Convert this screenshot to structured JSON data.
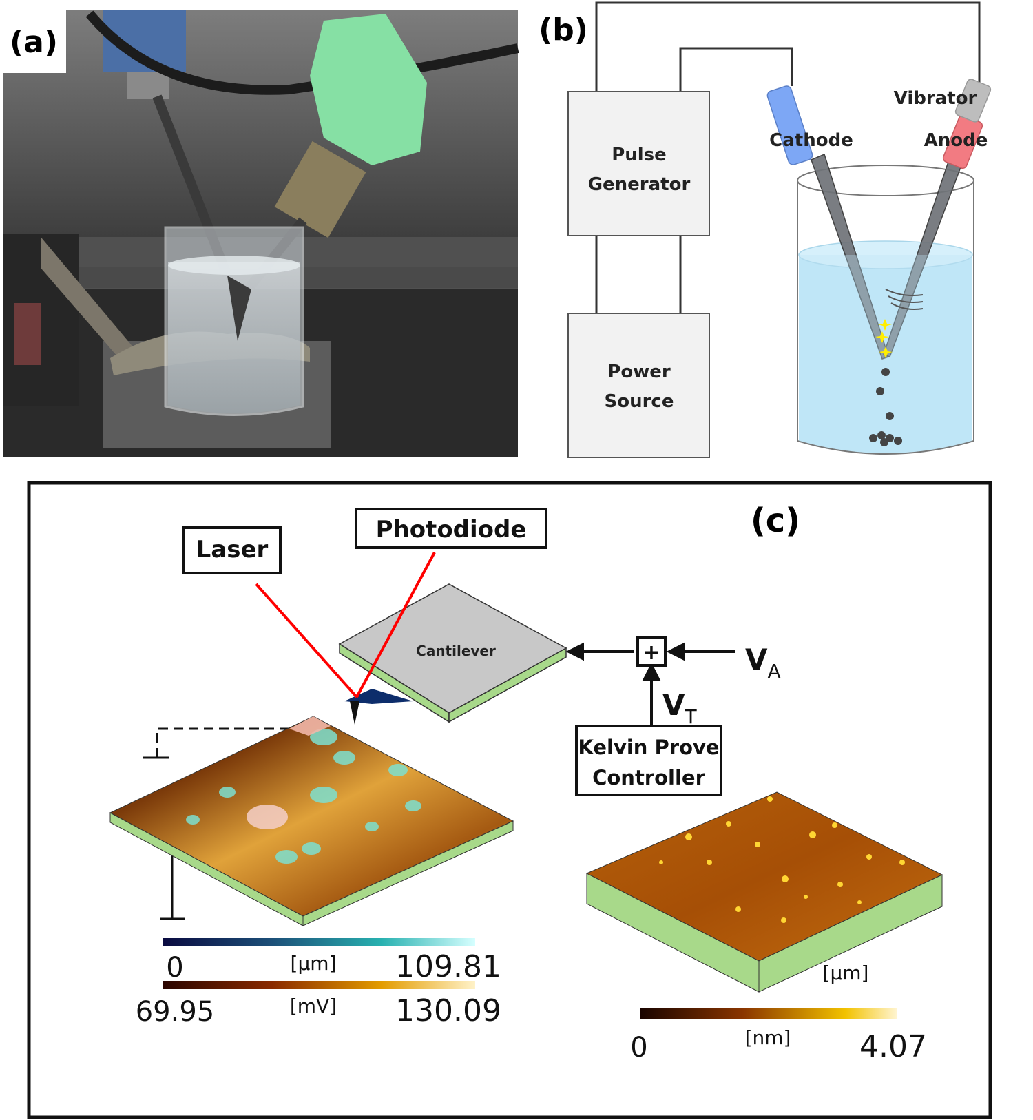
{
  "panel_a": {
    "label": "(a)"
  },
  "panel_b": {
    "label": "(b)",
    "pulse_generator": [
      "Pulse",
      "Generator"
    ],
    "power_source": [
      "Power",
      "Source"
    ],
    "cathode": "Cathode",
    "anode": "Anode",
    "vibrator": "Vibrator"
  },
  "panel_c": {
    "label": "(c)",
    "laser": "Laser",
    "photodiode": "Photodiode",
    "cantilever": "Cantilever",
    "plus": "+",
    "va_main": "V",
    "va_sub": "A",
    "vt_main": "V",
    "vt_sub": "T",
    "controller": [
      "Kelvin Prove",
      "Controller"
    ],
    "left_scale_1": {
      "min": "0",
      "unit": "[µm]",
      "max": "109.81"
    },
    "left_scale_2": {
      "min": "69.95",
      "unit": "[mV]",
      "max": "130.09"
    },
    "right_unit": "[µm]",
    "right_scale": {
      "min": "0",
      "unit": "[nm]",
      "max": "4.07"
    }
  },
  "colors": {
    "cathode": "#7da7f5",
    "anode": "#f27b82",
    "vibrator": "#bdbdbd",
    "liquid": "#bfe6f7",
    "laser": "#ff0000",
    "substrate": "#a8d98a",
    "cantilever": "#c8c8c8"
  }
}
